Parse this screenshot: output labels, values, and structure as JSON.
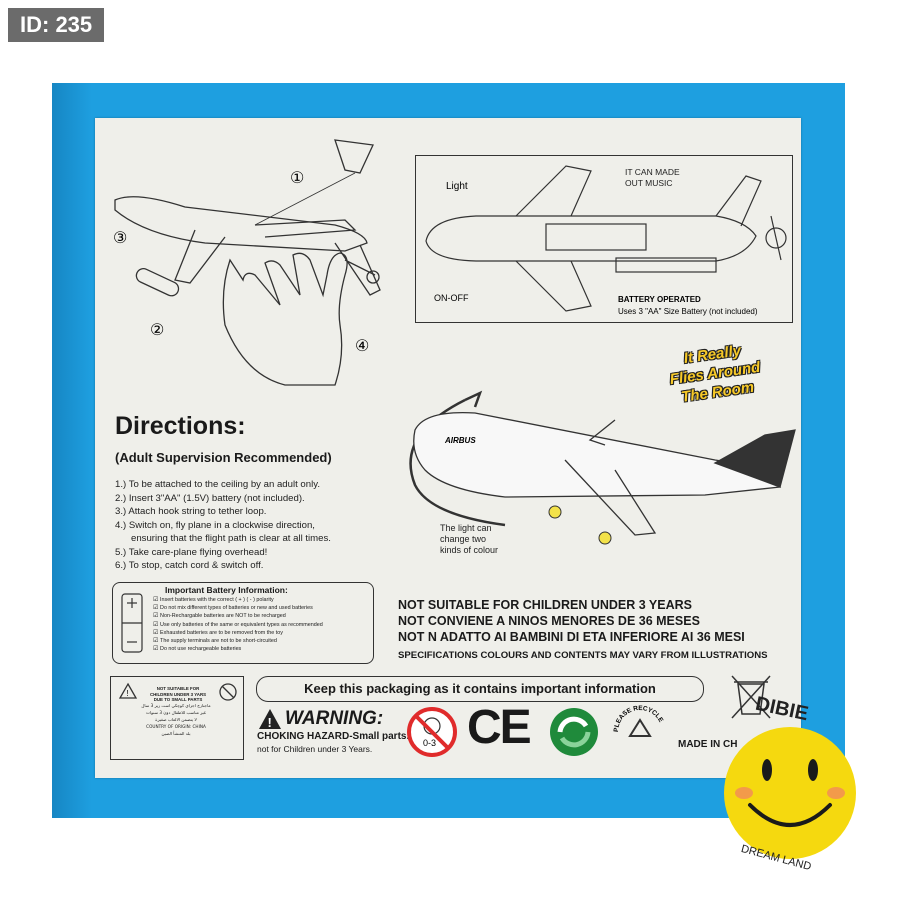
{
  "badge": {
    "id": "ID: 235"
  },
  "steps_diagram": {
    "n1": "①",
    "n2": "②",
    "n3": "③",
    "n4": "④"
  },
  "tech_diagram": {
    "light": "Light",
    "music": "IT CAN MADE\nOUT MUSIC",
    "on_off": "ON-OFF",
    "battery_operated": "BATTERY OPERATED",
    "battery_size": "Uses 3 \"AA\" Size Battery (not included)"
  },
  "flies_text": "It Really\nFlies Around\nThe Room",
  "airplane": {
    "airline": "AIRBUS",
    "light_note": "The light can\nchange two\nkinds of colour"
  },
  "directions": {
    "title": "Directions:",
    "subtitle": "(Adult Supervision Recommended)",
    "steps": [
      "1.) To be attached to the ceiling by an adult only.",
      "2.) Insert 3\"AA\" (1.5V) battery (not included).",
      "3.) Attach hook string to tether loop.",
      "4.) Switch on, fly plane in a clockwise direction,",
      "      ensuring that the flight path is clear at all times.",
      "5.) Take care-plane flying overhead!",
      "6.) To stop, catch cord & switch off."
    ]
  },
  "battery_info": {
    "title": "Important Battery Information:",
    "items": [
      "Insert batteries with the correct ( + ) ( - ) polarity",
      "Do not mix different types of batteries or new and used batteries",
      "Non-Rechargable batteries are NOT to be recharged",
      "Use only batteries of the same or equivalent types as recommended",
      "Exhausted batteries are to be removed from the toy",
      "The supply terminals are not to be short-circuited",
      "Do not use rechargeable batteries"
    ]
  },
  "warnings": {
    "line1": "NOT SUITABLE FOR CHILDREN UNDER 3 YEARS",
    "line2": "NOT CONVIENE A NINOS MENORES DE 36 MESES",
    "line3": "NOT N ADATTO AI BAMBINI DI ETA INFERIORE AI 36 MESI",
    "spec": "SPECIFICATIONS COLOURS AND CONTENTS MAY VARY FROM ILLUSTRATIONS"
  },
  "keep_packaging": "Keep this packaging as it contains important information",
  "choke_box": {
    "title": "NOT SUITABLE FOR\nCHILDREN UNDER 3 YARS\nDUE TO SMALL PARTS",
    "lines": [
      "ماجنازج اجزاي كوچكي است زير 3 سال",
      "غير مناسب للاطفال دون 3 سنوات",
      "لا يتضمن الالعاب صغيرة",
      "COUNTRY OF ORIGIN: CHINA",
      "بلد المنشأ الصين"
    ]
  },
  "warning": {
    "word": "WARNING:",
    "choke": "CHOKING HAZARD-Small parts.",
    "choke2": "not for Children under 3 Years."
  },
  "symbols": {
    "age": "0-3",
    "ce": "CE",
    "recycle": "PLEASE RECYCLE"
  },
  "made_in": "MADE IN CH",
  "logo": {
    "name": "DIBIE",
    "sub": "DREAM LAND"
  },
  "colors": {
    "box_blue": "#1e9fe0",
    "panel": "#efefea",
    "smiley_yellow": "#f5d90f",
    "flies_yellow": "#f7c928"
  }
}
